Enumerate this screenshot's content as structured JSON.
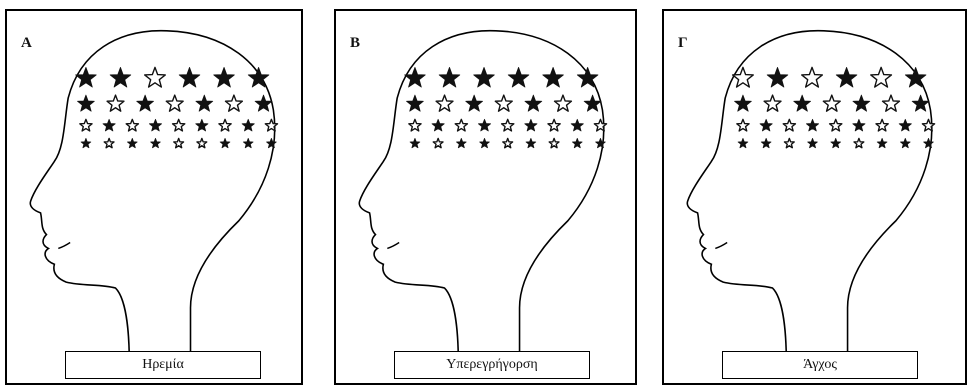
{
  "panels": [
    {
      "id": "a",
      "letter": "A",
      "caption": "Ηρεμία",
      "rows": [
        [
          "f",
          "f",
          "o",
          "f",
          "f",
          "f"
        ],
        [
          "f",
          "o",
          "f",
          "o",
          "f",
          "o",
          "f"
        ],
        [
          "o",
          "f",
          "o",
          "f",
          "o",
          "f",
          "o",
          "f",
          "o"
        ],
        [
          "f",
          "o",
          "f",
          "f",
          "o",
          "o",
          "f",
          "f",
          "f"
        ]
      ]
    },
    {
      "id": "b",
      "letter": "Β",
      "caption": "Υπερεγρήγορση",
      "rows": [
        [
          "f",
          "f",
          "f",
          "f",
          "f",
          "f"
        ],
        [
          "f",
          "o",
          "f",
          "o",
          "f",
          "o",
          "f"
        ],
        [
          "o",
          "f",
          "o",
          "f",
          "o",
          "f",
          "o",
          "f",
          "o"
        ],
        [
          "f",
          "o",
          "f",
          "f",
          "o",
          "f",
          "o",
          "f",
          "f"
        ]
      ]
    },
    {
      "id": "c",
      "letter": "Γ",
      "caption": "Άγχος",
      "rows": [
        [
          "o",
          "f",
          "o",
          "f",
          "o",
          "f"
        ],
        [
          "f",
          "o",
          "f",
          "o",
          "f",
          "o",
          "f"
        ],
        [
          "o",
          "f",
          "o",
          "f",
          "o",
          "f",
          "o",
          "f",
          "o"
        ],
        [
          "f",
          "f",
          "o",
          "f",
          "f",
          "o",
          "f",
          "f",
          "f"
        ]
      ]
    }
  ]
}
